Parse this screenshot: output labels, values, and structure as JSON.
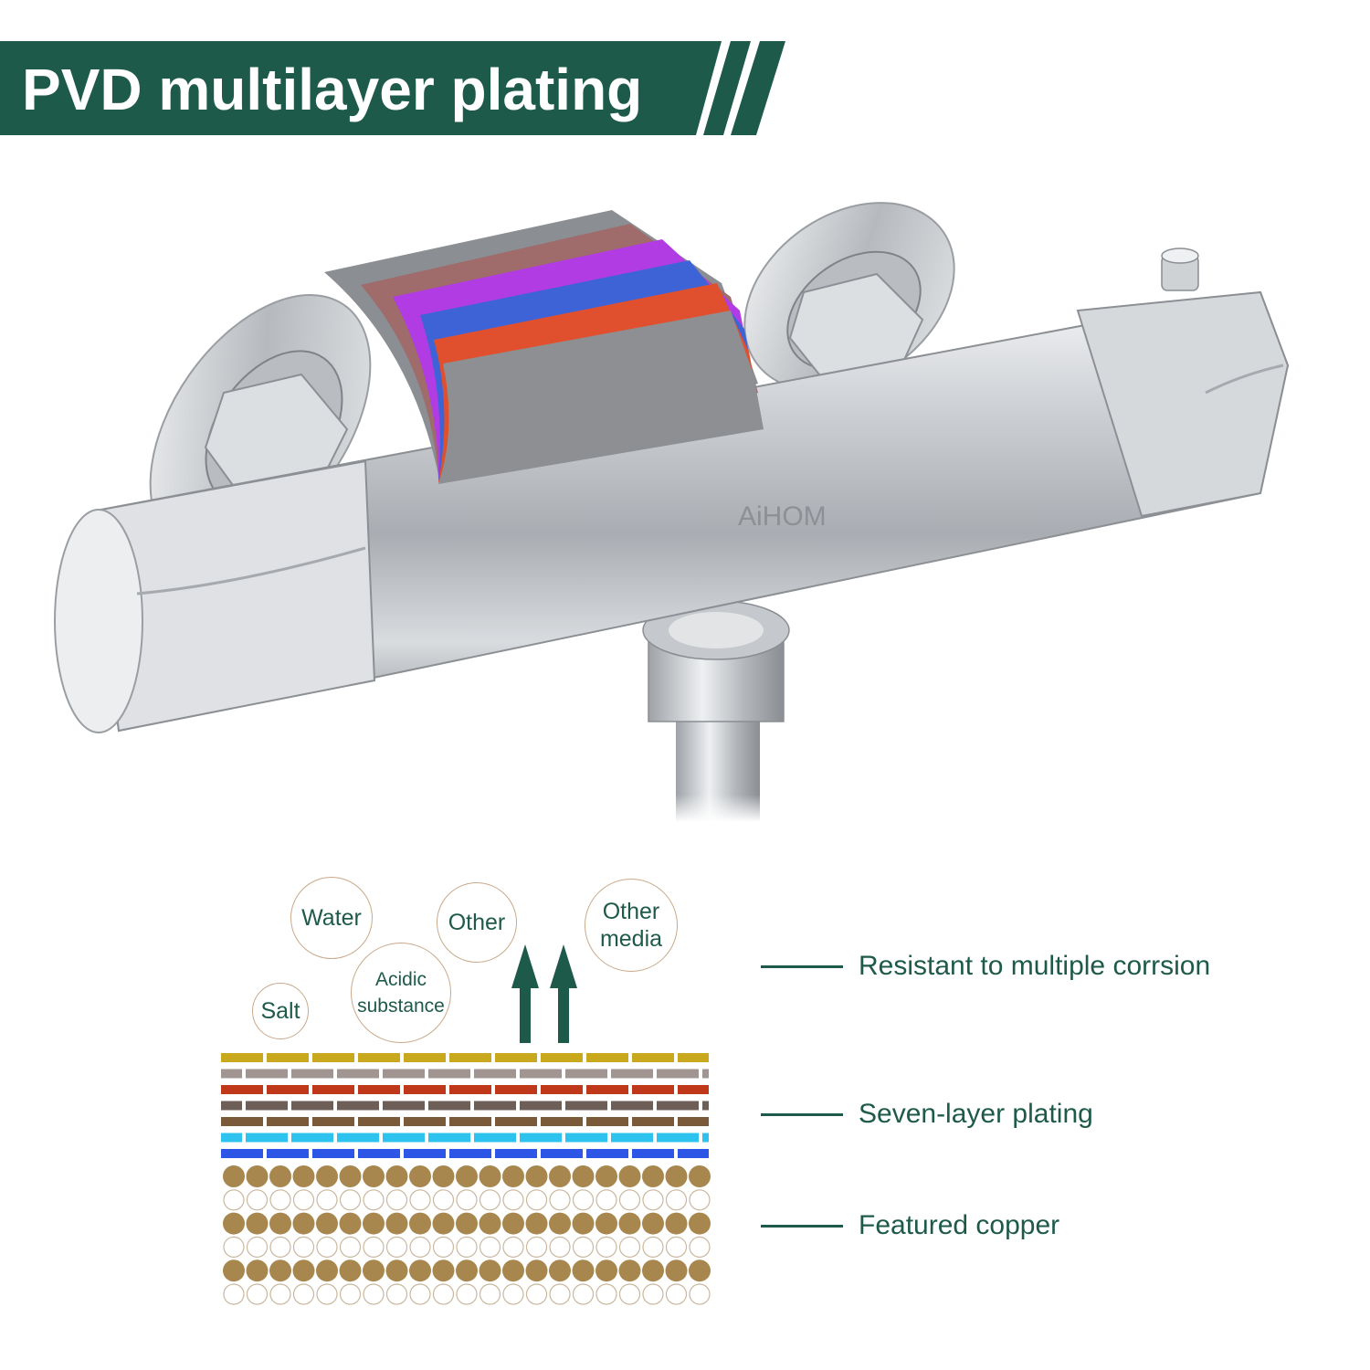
{
  "banner": {
    "title": "PVD multilayer plating",
    "color": "#1e5a4a"
  },
  "product": {
    "brand_logo": "AiHOM",
    "description_icon": "thermostatic-shower-valve"
  },
  "corrosion_agents": [
    {
      "id": "water",
      "label": "Water"
    },
    {
      "id": "other",
      "label": "Other"
    },
    {
      "id": "other-media",
      "label_line1": "Other",
      "label_line2": "media"
    },
    {
      "id": "acidic",
      "label_line1": "Acidic",
      "label_line2": "substance"
    },
    {
      "id": "salt",
      "label": "Salt"
    }
  ],
  "plating_layers": {
    "count": 7,
    "colors": [
      "#c8a81c",
      "#a09590",
      "#c0381a",
      "#6e5e58",
      "#7a5a38",
      "#2ec3ee",
      "#2d55e6"
    ]
  },
  "copper_layer": {
    "fill_color": "#a8874e",
    "outline_color": "#c9b79e"
  },
  "callouts": [
    {
      "id": "corrosion",
      "text": "Resistant to multiple corrsion"
    },
    {
      "id": "layers",
      "text": "Seven-layer plating"
    },
    {
      "id": "copper",
      "text": "Featured copper"
    }
  ],
  "arrows": {
    "color": "#1e5a4a",
    "direction": "up"
  }
}
